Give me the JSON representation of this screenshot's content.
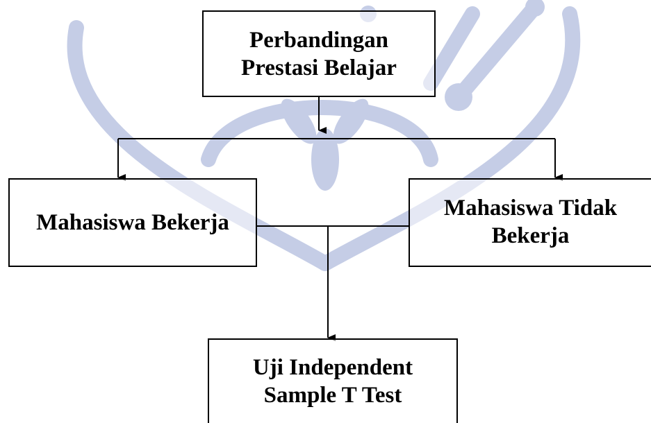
{
  "diagram": {
    "nodes": {
      "top": "Perbandingan\nPrestasi Belajar",
      "left": "Mahasiswa Bekerja",
      "right": "Mahasiswa Tidak\nBekerja",
      "bottom": "Uji Independent\nSample T Test"
    },
    "edges": [
      {
        "from": "top",
        "to": "left"
      },
      {
        "from": "top",
        "to": "right"
      },
      {
        "from": "left",
        "to": "bottom"
      },
      {
        "from": "right",
        "to": "bottom"
      }
    ]
  },
  "colors": {
    "watermark": "#c5cde6",
    "line": "#000000"
  }
}
